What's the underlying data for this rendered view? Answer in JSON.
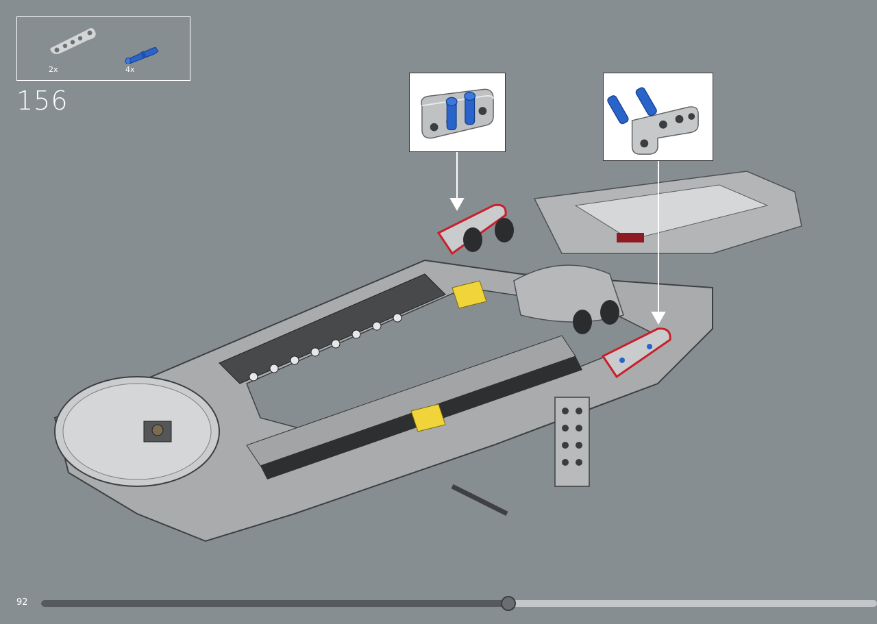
{
  "parts_list": [
    {
      "quantity": "2x",
      "icon": "light-gray-liftarm-icon"
    },
    {
      "quantity": "4x",
      "icon": "blue-axle-pin-icon"
    }
  ],
  "step_number": "156",
  "callouts": [
    {
      "icon": "liftarm-with-two-pins-icon"
    },
    {
      "icon": "l-liftarm-with-two-pins-icon"
    }
  ],
  "page_number": "92",
  "progress": {
    "fraction": 0.558
  },
  "colors": {
    "background": "#878e92",
    "highlight": "#c8202a",
    "pin_blue": "#2a63c9",
    "liftarm_gray": "#c9cbcc"
  }
}
